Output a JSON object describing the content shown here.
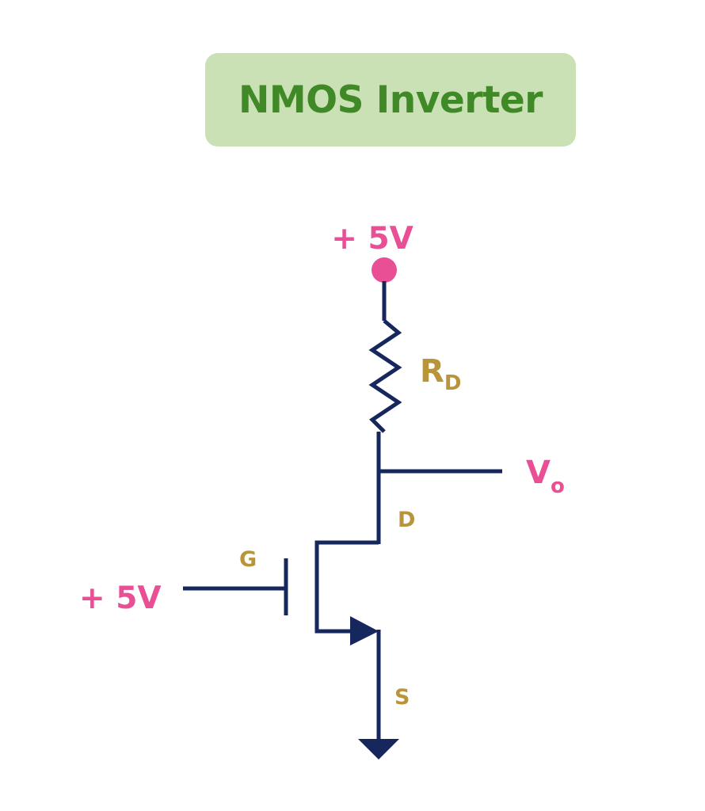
{
  "title": "NMOS Inverter",
  "labels": {
    "vdd": "+ 5V",
    "rd_main": "R",
    "rd_sub": "D",
    "vo_main": "V",
    "vo_sub": "o",
    "drain": "D",
    "gate": "G",
    "vin": "+ 5V",
    "source": "S"
  },
  "colors": {
    "title_bg": "#c9e1b5",
    "title_text": "#3f8a26",
    "wire": "#16275e",
    "voltage_label": "#e84f95",
    "terminal_label": "#b8943a"
  }
}
